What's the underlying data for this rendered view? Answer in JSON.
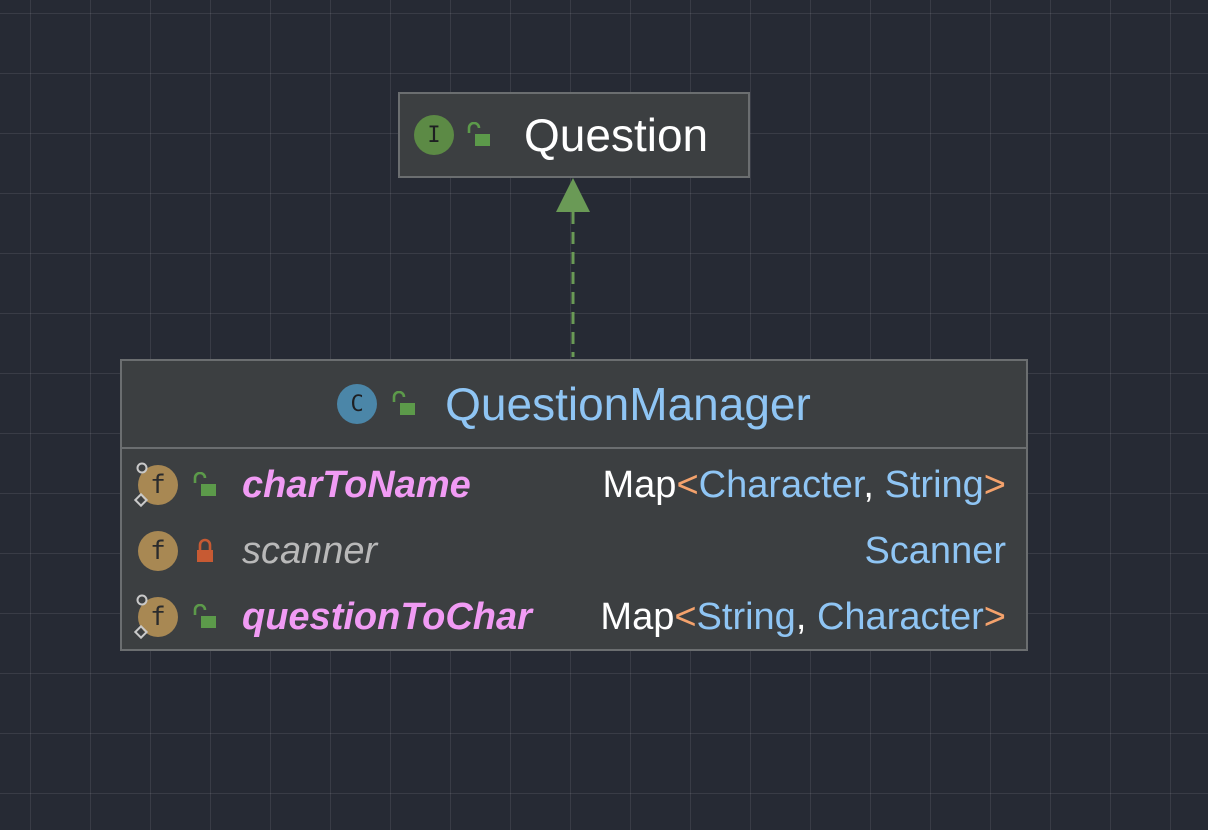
{
  "diagram": {
    "interface_node": {
      "kind_letter": "I",
      "title": "Question",
      "kind_icon": "interface-icon",
      "visibility_icon": "public-lock-icon"
    },
    "class_node": {
      "kind_letter": "C",
      "title": "QuestionManager",
      "kind_icon": "class-icon",
      "visibility_icon": "public-lock-icon",
      "fields": [
        {
          "letter": "f",
          "name": "charToName",
          "visibility": "public",
          "static": true,
          "type": {
            "base": "Map",
            "open": "<",
            "arg1": "Character",
            "sep": ", ",
            "arg2": "String",
            "close": ">"
          }
        },
        {
          "letter": "f",
          "name": "scanner",
          "visibility": "private",
          "static": false,
          "type": {
            "simple": "Scanner"
          }
        },
        {
          "letter": "f",
          "name": "questionToChar",
          "visibility": "public",
          "static": true,
          "type": {
            "base": "Map",
            "open": "<",
            "arg1": "String",
            "sep": ", ",
            "arg2": "Character",
            "close": ">"
          }
        }
      ]
    },
    "edge": {
      "type": "implements",
      "style": "dashed",
      "from": "QuestionManager",
      "to": "Question"
    },
    "colors": {
      "background": "#262a34",
      "node_fill": "#3c3f41",
      "node_border": "#6b6e70",
      "interface_icon": "#5c8a45",
      "class_icon": "#4b86a8",
      "field_icon": "#a88853",
      "public_lock": "#5c9a4a",
      "private_lock": "#c75a33",
      "edge": "#6a9a56",
      "class_title": "#8fc5f4",
      "static_field": "#f19bf4",
      "type_ref": "#8fc5f4",
      "angle_bracket": "#f4a26c"
    }
  }
}
